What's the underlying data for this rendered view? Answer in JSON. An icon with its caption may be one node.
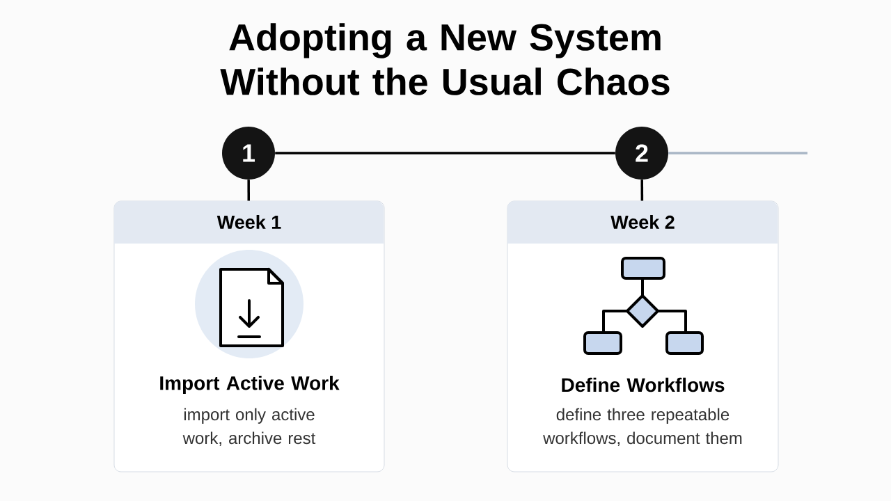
{
  "diagram": {
    "title": "Adopting a New System Without the Usual Chaos",
    "nodes": [
      {
        "text": [
          "1"
        ]
      },
      {
        "text": [
          "Week 1",
          "Import Active Work",
          "import only active work, archive rest"
        ]
      },
      {
        "text": [
          "2"
        ]
      },
      {
        "text": [
          "Week 2",
          "Define Workflows",
          "define three repeatable workflows, document them"
        ]
      }
    ],
    "edges": [
      {
        "from": 0,
        "to": 2,
        "arrow": "none"
      },
      {
        "from": 0,
        "to": 1,
        "arrow": "none"
      },
      {
        "from": 2,
        "to": 3,
        "arrow": "none"
      },
      {
        "from": 2,
        "to": null,
        "arrow": "none",
        "color": "#a9b6c6"
      }
    ]
  }
}
